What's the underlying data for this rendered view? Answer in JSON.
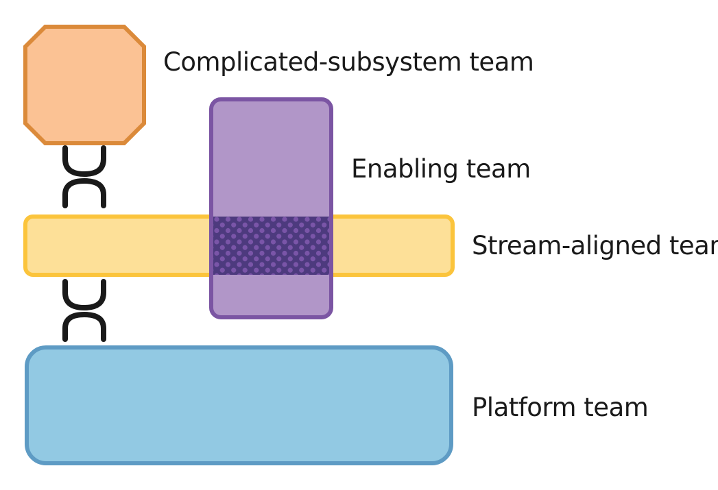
{
  "diagram": {
    "teams": {
      "complicated_subsystem": {
        "label": "Complicated-subsystem team",
        "fill": "#fbc294",
        "stroke": "#db8a3a"
      },
      "enabling": {
        "label": "Enabling team",
        "fill": "#b196c8",
        "stroke": "#7b55a3"
      },
      "stream_aligned": {
        "label": "Stream-aligned team",
        "fill": "#fde098",
        "stroke": "#fbc43c"
      },
      "platform": {
        "label": "Platform team",
        "fill": "#92c9e3",
        "stroke": "#5e9bc4"
      }
    },
    "interaction_overlap": {
      "fill": "#4d3a7e",
      "dot_color": "#7a55a8"
    },
    "connector_color": "#1a1a1a"
  }
}
